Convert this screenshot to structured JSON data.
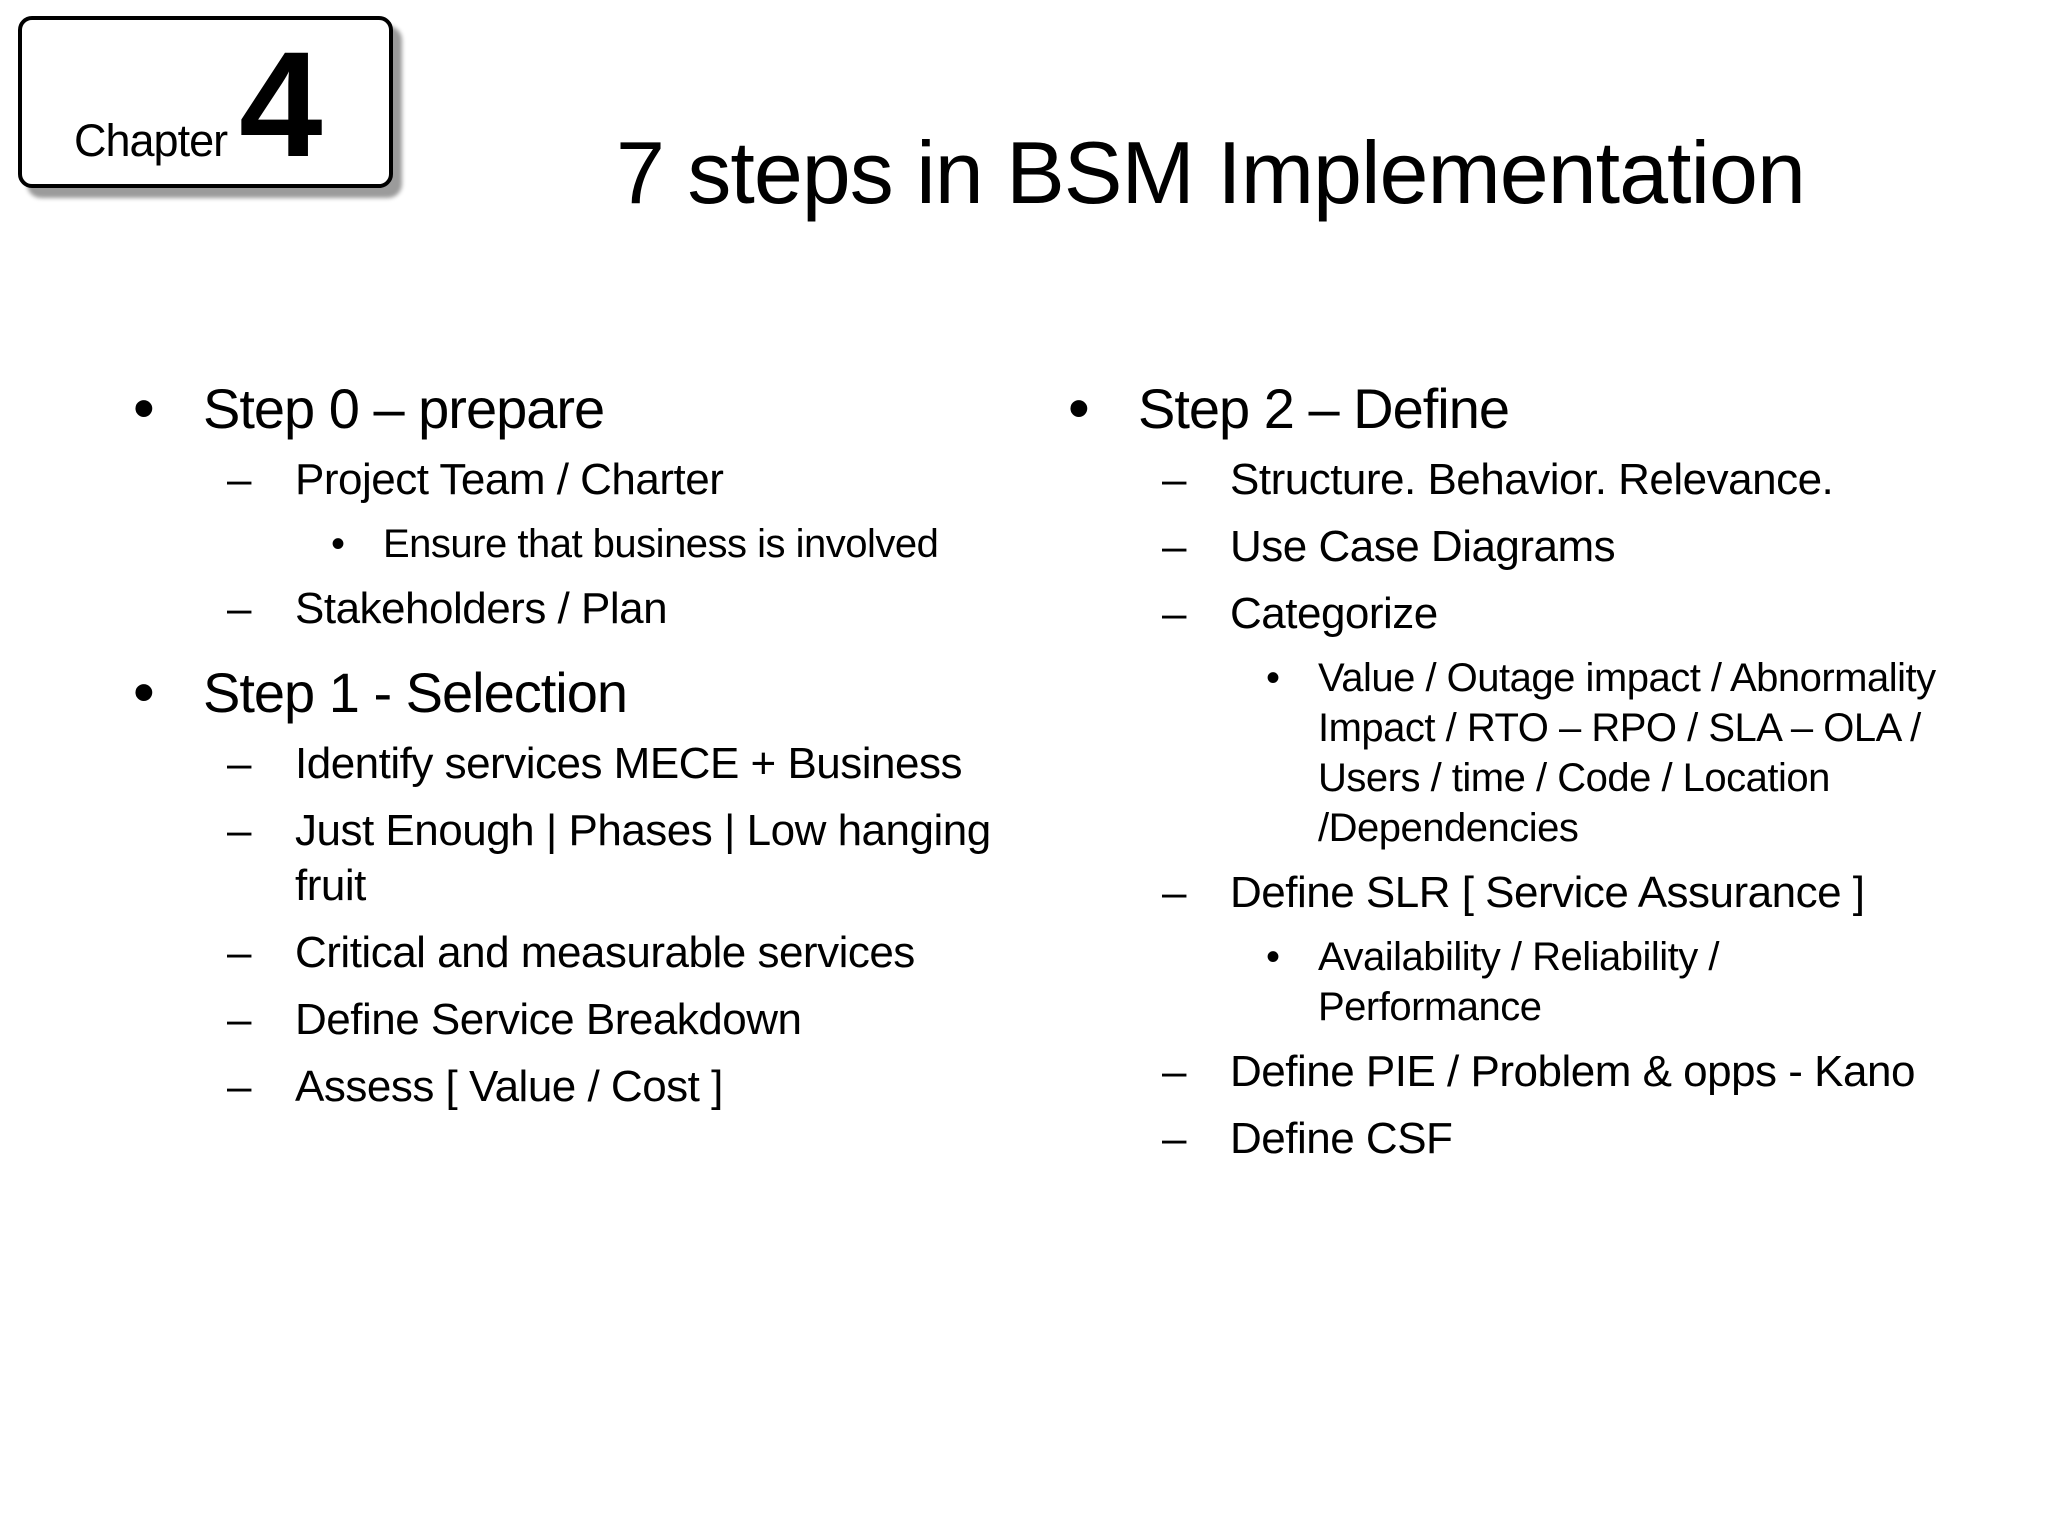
{
  "chapter_badge": {
    "label": "Chapter",
    "number": "4"
  },
  "title": "7 steps in BSM Implementation",
  "colors": {
    "text": "#000000",
    "background": "#ffffff",
    "badge_border": "#000000",
    "badge_shadow": "#9b9b9b"
  },
  "columns": [
    {
      "items": [
        {
          "level": 1,
          "marker": "•",
          "text": "Step 0 – prepare"
        },
        {
          "level": 2,
          "marker": "–",
          "text": "Project Team / Charter"
        },
        {
          "level": 3,
          "marker": "•",
          "text": "Ensure that business is involved"
        },
        {
          "level": 2,
          "marker": "–",
          "text": "Stakeholders / Plan"
        },
        {
          "level": 1,
          "marker": "•",
          "text": "Step 1 - Selection"
        },
        {
          "level": 2,
          "marker": "–",
          "text": "Identify services MECE + Business"
        },
        {
          "level": 2,
          "marker": "–",
          "text": "Just Enough | Phases | Low hanging\nfruit"
        },
        {
          "level": 2,
          "marker": "–",
          "text": "Critical and measurable services"
        },
        {
          "level": 2,
          "marker": "–",
          "text": "Define Service Breakdown"
        },
        {
          "level": 2,
          "marker": "–",
          "text": "Assess [ Value / Cost ]"
        }
      ]
    },
    {
      "items": [
        {
          "level": 1,
          "marker": "•",
          "text": "Step 2 – Define"
        },
        {
          "level": 2,
          "marker": "–",
          "text": "Structure. Behavior. Relevance."
        },
        {
          "level": 2,
          "marker": "–",
          "text": "Use Case Diagrams"
        },
        {
          "level": 2,
          "marker": "–",
          "text": "Categorize"
        },
        {
          "level": 3,
          "marker": "•",
          "text": "Value / Outage impact / Abnormality\nImpact / RTO – RPO / SLA – OLA /\nUsers / time / Code / Location\n/Dependencies"
        },
        {
          "level": 2,
          "marker": "–",
          "text": "Define SLR [ Service Assurance ]"
        },
        {
          "level": 3,
          "marker": "•",
          "text": "Availability / Reliability /\nPerformance"
        },
        {
          "level": 2,
          "marker": "–",
          "text": "Define PIE / Problem & opps - Kano"
        },
        {
          "level": 2,
          "marker": "–",
          "text": "Define CSF"
        }
      ]
    }
  ]
}
